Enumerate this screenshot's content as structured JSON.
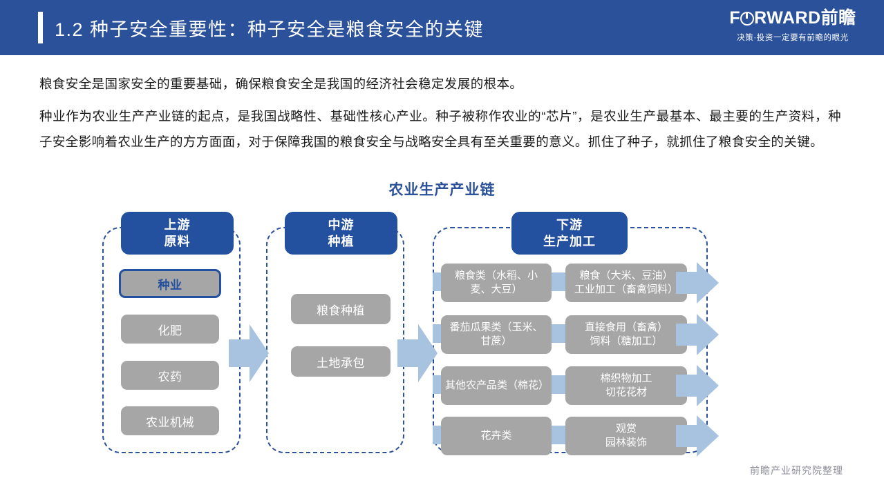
{
  "header": {
    "section_number": "1.2",
    "title": "1.2  种子安全重要性：种子安全是粮食安全的关键",
    "logo_prefix": "F",
    "logo_suffix": "RWARD前瞻",
    "logo_tagline": "决策·投资一定要有前瞻的眼光",
    "bg_color": "#2a5199"
  },
  "body": {
    "paragraph1": "粮食安全是国家安全的重要基础，确保粮食安全是我国的经济社会稳定发展的根本。",
    "paragraph2": "种业作为农业生产产业链的起点，是我国战略性、基础性核心产业。种子被称作农业的“芯片”，是农业生产最基本、最主要的生产资料，种子安全影响着农业生产的方方面面，对于保障我国的粮食安全与战略安全具有至关重要的意义。抓住了种子，就抓住了粮食安全的关键。"
  },
  "diagram": {
    "title": "农业生产产业链",
    "title_color": "#2a5199",
    "accent_color": "#23509f",
    "pill_color": "#a6a6a6",
    "arrow_color": "#a8c3e0",
    "stages": [
      {
        "key": "upstream",
        "head_line1": "上游",
        "head_line2": "原料",
        "items": [
          {
            "label": "种业",
            "highlighted": true
          },
          {
            "label": "化肥",
            "highlighted": false
          },
          {
            "label": "农药",
            "highlighted": false
          },
          {
            "label": "农业机械",
            "highlighted": false
          }
        ]
      },
      {
        "key": "midstream",
        "head_line1": "中游",
        "head_line2": "种植",
        "items": [
          {
            "label": "粮食种植",
            "highlighted": false
          },
          {
            "label": "土地承包",
            "highlighted": false
          }
        ]
      },
      {
        "key": "downstream",
        "head_line1": "下游",
        "head_line2": "生产加工",
        "rows": [
          {
            "left": "粮食类（水稻、小麦、大豆）",
            "right": "粮食（大米、豆油）\n工业加工（畜禽饲料）"
          },
          {
            "left": "番茄瓜果类（玉米、甘蔗）",
            "right": "直接食用（畜禽）\n饲料（糖加工）"
          },
          {
            "left": "其他农产品类（棉花）",
            "right": "棉织物加工\n切花花材"
          },
          {
            "left": "花卉类",
            "right": "观赏\n园林装饰"
          }
        ]
      }
    ]
  },
  "footnote": "前瞻产业研究院整理"
}
